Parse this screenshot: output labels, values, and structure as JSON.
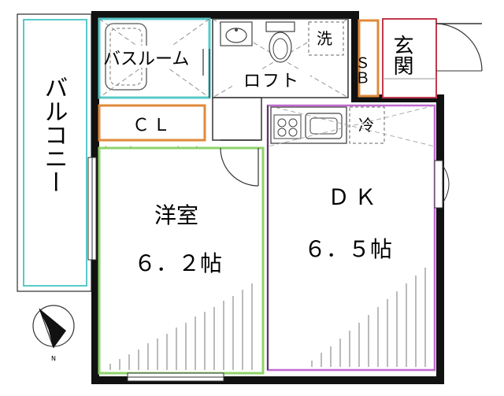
{
  "rooms": {
    "balcony": "バルコニー",
    "bathroom": "バスルーム",
    "loft": "ロフト",
    "washer": "洗",
    "sb": "ＳＢ",
    "entrance": "玄関",
    "closet": "ＣＬ",
    "fridge": "冷",
    "western_room": "洋室",
    "western_room_size": "６．２帖",
    "dk": "ＤＫ",
    "dk_size": "６．５帖"
  },
  "compass": {
    "north_label": "N"
  },
  "colors": {
    "wall": "#111111",
    "balcony_outline": "#59c9c9",
    "bath_outline": "#59c9c9",
    "storage_outline": "#e08a3a",
    "entrance_outline": "#c0394b",
    "western_outline": "#8fd36b",
    "dk_outline": "#c26ad1"
  }
}
